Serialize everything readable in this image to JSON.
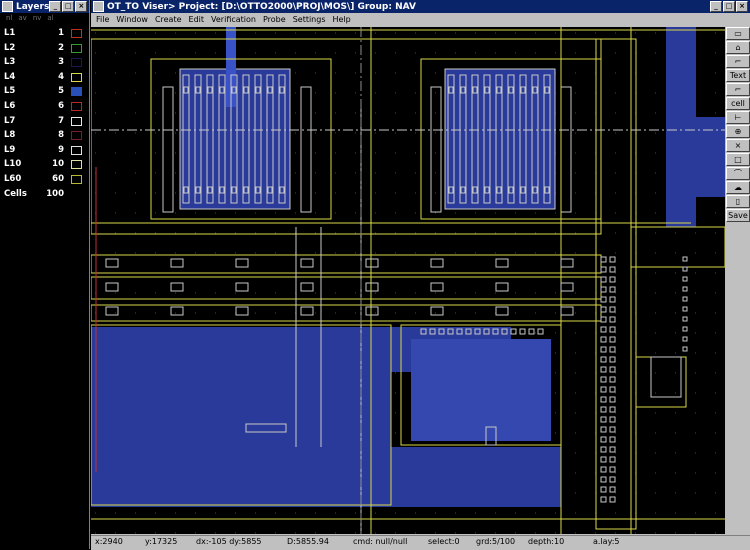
{
  "layers_window": {
    "title": "Layers",
    "column_headers": [
      "nl",
      "av",
      "nv",
      "al"
    ],
    "rows": [
      {
        "name": "L1",
        "count": "1",
        "color": "#c03020"
      },
      {
        "name": "L2",
        "count": "2",
        "color": "#30a030"
      },
      {
        "name": "L3",
        "count": "3",
        "color": "#1a1a50"
      },
      {
        "name": "L4",
        "count": "4",
        "color": "#d8d848"
      },
      {
        "name": "L5",
        "count": "5",
        "color": "#2850b8"
      },
      {
        "name": "L6",
        "count": "6",
        "color": "#b82828"
      },
      {
        "name": "L7",
        "count": "7",
        "color": "#e8e8e8"
      },
      {
        "name": "L8",
        "count": "8",
        "color": "#7a2020"
      },
      {
        "name": "L9",
        "count": "9",
        "color": "#e0e0e0"
      },
      {
        "name": "L10",
        "count": "10",
        "color": "#e0e0a0"
      },
      {
        "name": "L60",
        "count": "60",
        "color": "#b8b830"
      },
      {
        "name": "Cells",
        "count": "100",
        "color": ""
      }
    ]
  },
  "main_window": {
    "title": "OT_TO Viser>  Project: [D:\\OTTO2000\\PROJ\\MOS\\] Group: NAV",
    "menu": [
      "File",
      "Window",
      "Create",
      "Edit",
      "Verification",
      "Probe",
      "Settings",
      "Help"
    ]
  },
  "toolbar": [
    {
      "name": "rect-tool",
      "label": "▭"
    },
    {
      "name": "polygon-tool",
      "label": "⌂"
    },
    {
      "name": "path-tool",
      "label": "⌐"
    },
    {
      "name": "text-tool",
      "label": "Text"
    },
    {
      "name": "wire-tool",
      "label": "⌐"
    },
    {
      "name": "cell-tool",
      "label": "cell"
    },
    {
      "name": "pin-tool",
      "label": "⊢"
    },
    {
      "name": "port-tool",
      "label": "⊕"
    },
    {
      "name": "cross-tool",
      "label": "⨯"
    },
    {
      "name": "box-tool",
      "label": "□"
    },
    {
      "name": "arc-tool",
      "label": "⌒"
    },
    {
      "name": "cloud-tool",
      "label": "☁"
    },
    {
      "name": "frame-tool",
      "label": "▯"
    },
    {
      "name": "save-tool",
      "label": "Save"
    }
  ],
  "status": {
    "x": "x:2940",
    "y": "y:17325",
    "dxdy": "dx:-105  dy:5855",
    "d": "D:5855.94",
    "cmd": "cmd: null/null",
    "select": "select:0",
    "grd": "grd:5/100",
    "depth": "depth:10",
    "alay": "a.lay:5"
  },
  "colors": {
    "metal": "#d8d848",
    "diffusion": "#2a3a9a",
    "outline": "#c8c8c8",
    "canvas": "#000000",
    "window_title": "#0a246a"
  }
}
